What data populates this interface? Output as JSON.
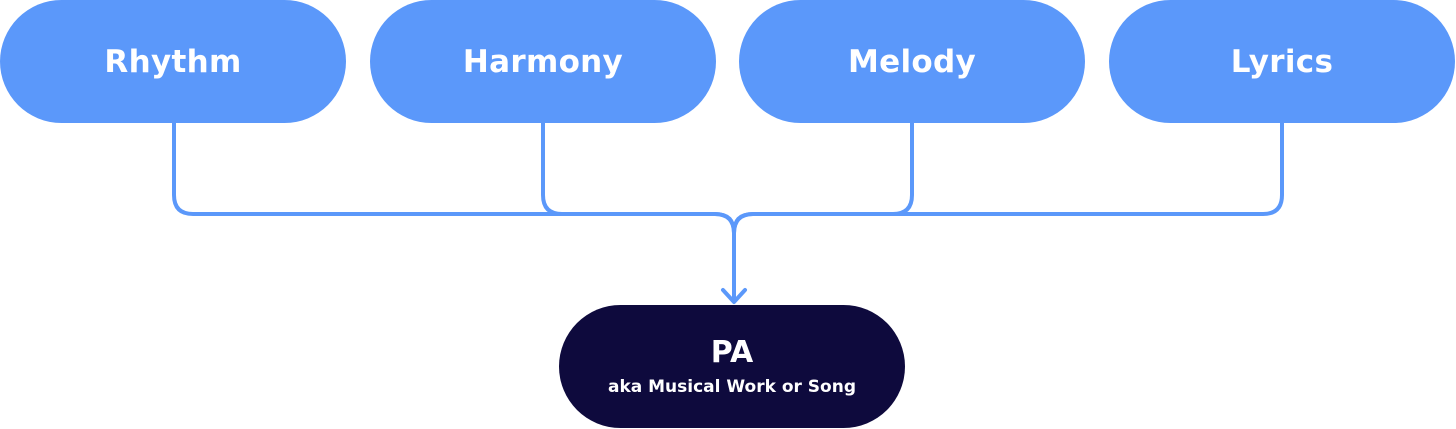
{
  "inputs": [
    {
      "label": "Rhythm"
    },
    {
      "label": "Harmony"
    },
    {
      "label": "Melody"
    },
    {
      "label": "Lyrics"
    }
  ],
  "output": {
    "title": "PA",
    "subtitle": "aka Musical Work or Song"
  },
  "colors": {
    "input_fill": "#5b98fa",
    "connector": "#5b98fa",
    "output_fill": "#0e0a3d",
    "text": "#ffffff"
  }
}
